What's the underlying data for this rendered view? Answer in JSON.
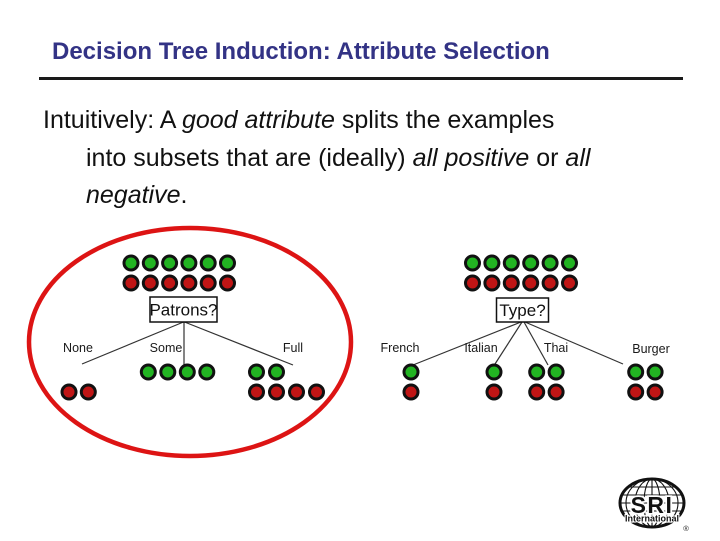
{
  "slide": {
    "title": "Decision Tree Induction: Attribute Selection",
    "body": {
      "lines": [
        {
          "parts": [
            {
              "t": "Intuitively:  A ",
              "i": false
            },
            {
              "t": "good attribute",
              "i": true
            },
            {
              "t": " splits the examples",
              "i": false
            }
          ]
        },
        {
          "parts": [
            {
              "t": "into subsets that are (ideally) ",
              "i": false
            },
            {
              "t": "all positive",
              "i": true
            },
            {
              "t": " or ",
              "i": false
            },
            {
              "t": "all",
              "i": true
            }
          ]
        },
        {
          "parts": [
            {
              "t": "negative",
              "i": true
            },
            {
              "t": ".",
              "i": false
            }
          ]
        }
      ]
    }
  },
  "colors": {
    "title": "#333385",
    "rule": "#1a1a1a",
    "highlight": "#dd1414",
    "positive_dot": "#22b422",
    "negative_dot": "#c01515",
    "dot_outline": "#111111",
    "tree_line": "#333333"
  },
  "diagram": {
    "trees": [
      {
        "attribute": "Patrons?",
        "root": {
          "positive": 6,
          "negative": 6
        },
        "highlighted": true,
        "branches": [
          {
            "label": "None",
            "positive": 0,
            "negative": 2
          },
          {
            "label": "Some",
            "positive": 4,
            "negative": 0
          },
          {
            "label": "Full",
            "positive": 2,
            "negative": 4
          }
        ]
      },
      {
        "attribute": "Type?",
        "root": {
          "positive": 6,
          "negative": 6
        },
        "highlighted": false,
        "branches": [
          {
            "label": "French",
            "positive": 1,
            "negative": 1
          },
          {
            "label": "Italian",
            "positive": 1,
            "negative": 1
          },
          {
            "label": "Thai",
            "positive": 2,
            "negative": 2
          },
          {
            "label": "Burger",
            "positive": 2,
            "negative": 2
          }
        ]
      }
    ]
  },
  "logo": {
    "name": "SRI International",
    "text_main": "SRI",
    "text_sub": "International",
    "registered": "®"
  }
}
